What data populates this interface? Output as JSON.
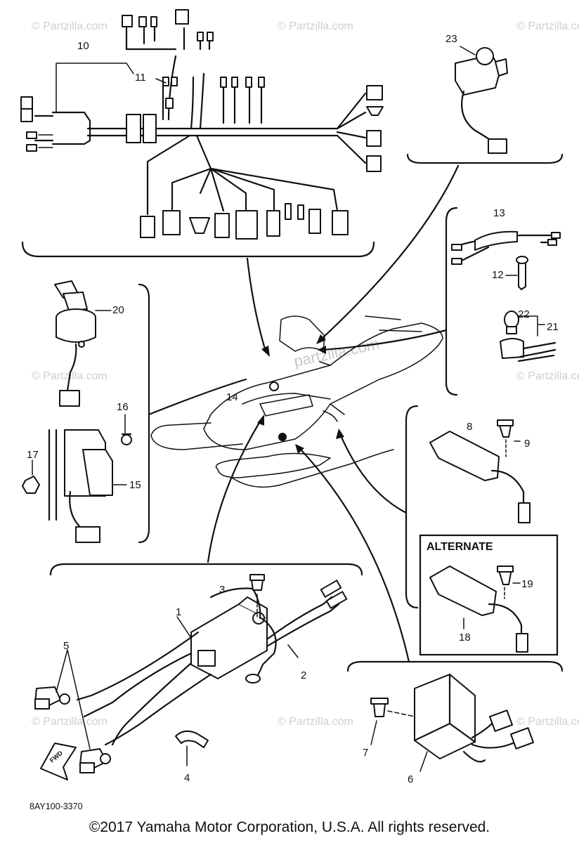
{
  "callouts": {
    "c1": "1",
    "c2": "2",
    "c3": "3",
    "c4": "4",
    "c5": "5",
    "c6": "6",
    "c7": "7",
    "c8": "8",
    "c9": "9",
    "c10": "10",
    "c11": "11",
    "c12": "12",
    "c13": "13",
    "c14": "14",
    "c15": "15",
    "c16": "16",
    "c17": "17",
    "c18": "18",
    "c19": "19",
    "c20": "20",
    "c21": "21",
    "c22": "22",
    "c23": "23"
  },
  "alternate_label": "ALTERNATE",
  "forward_label": "FWD",
  "diagram_code": "8AY100-3370",
  "watermark_text": "© Partzilla.com",
  "center_watermark": "partzilla.com",
  "copyright": "©2017 Yamaha Motor Corporation, U.S.A. All rights reserved."
}
